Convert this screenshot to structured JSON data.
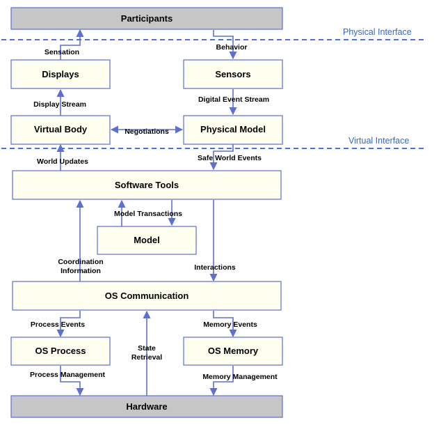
{
  "interfaces": {
    "physical": "Physical Interface",
    "virtual": "Virtual Interface"
  },
  "nodes": {
    "participants": "Participants",
    "displays": "Displays",
    "sensors": "Sensors",
    "virtual_body": "Virtual Body",
    "physical_model": "Physical Model",
    "software_tools": "Software Tools",
    "model": "Model",
    "os_communication": "OS Communication",
    "os_process": "OS Process",
    "os_memory": "OS Memory",
    "hardware": "Hardware"
  },
  "edges": {
    "sensation": "Sensation",
    "behavior": "Behavior",
    "display_stream": "Display Stream",
    "digital_event_stream": "Digital Event Stream",
    "negotiations": "Negotiations",
    "world_updates": "World Updates",
    "safe_world_events": "Safe World Events",
    "model_transactions": "Model Transactions",
    "coordination_line1": "Coordination",
    "coordination_line2": "Information",
    "interactions": "Interactions",
    "process_events": "Process Events",
    "memory_events": "Memory Events",
    "state_line1": "State",
    "state_line2": "Retrieval",
    "process_management": "Process Management",
    "memory_management": "Memory Management"
  },
  "colors": {
    "box_fill": "#fffff0",
    "gray_fill": "#c6c6c6",
    "stroke": "#5b6fd6",
    "interface_line": "#2e5fd0"
  }
}
